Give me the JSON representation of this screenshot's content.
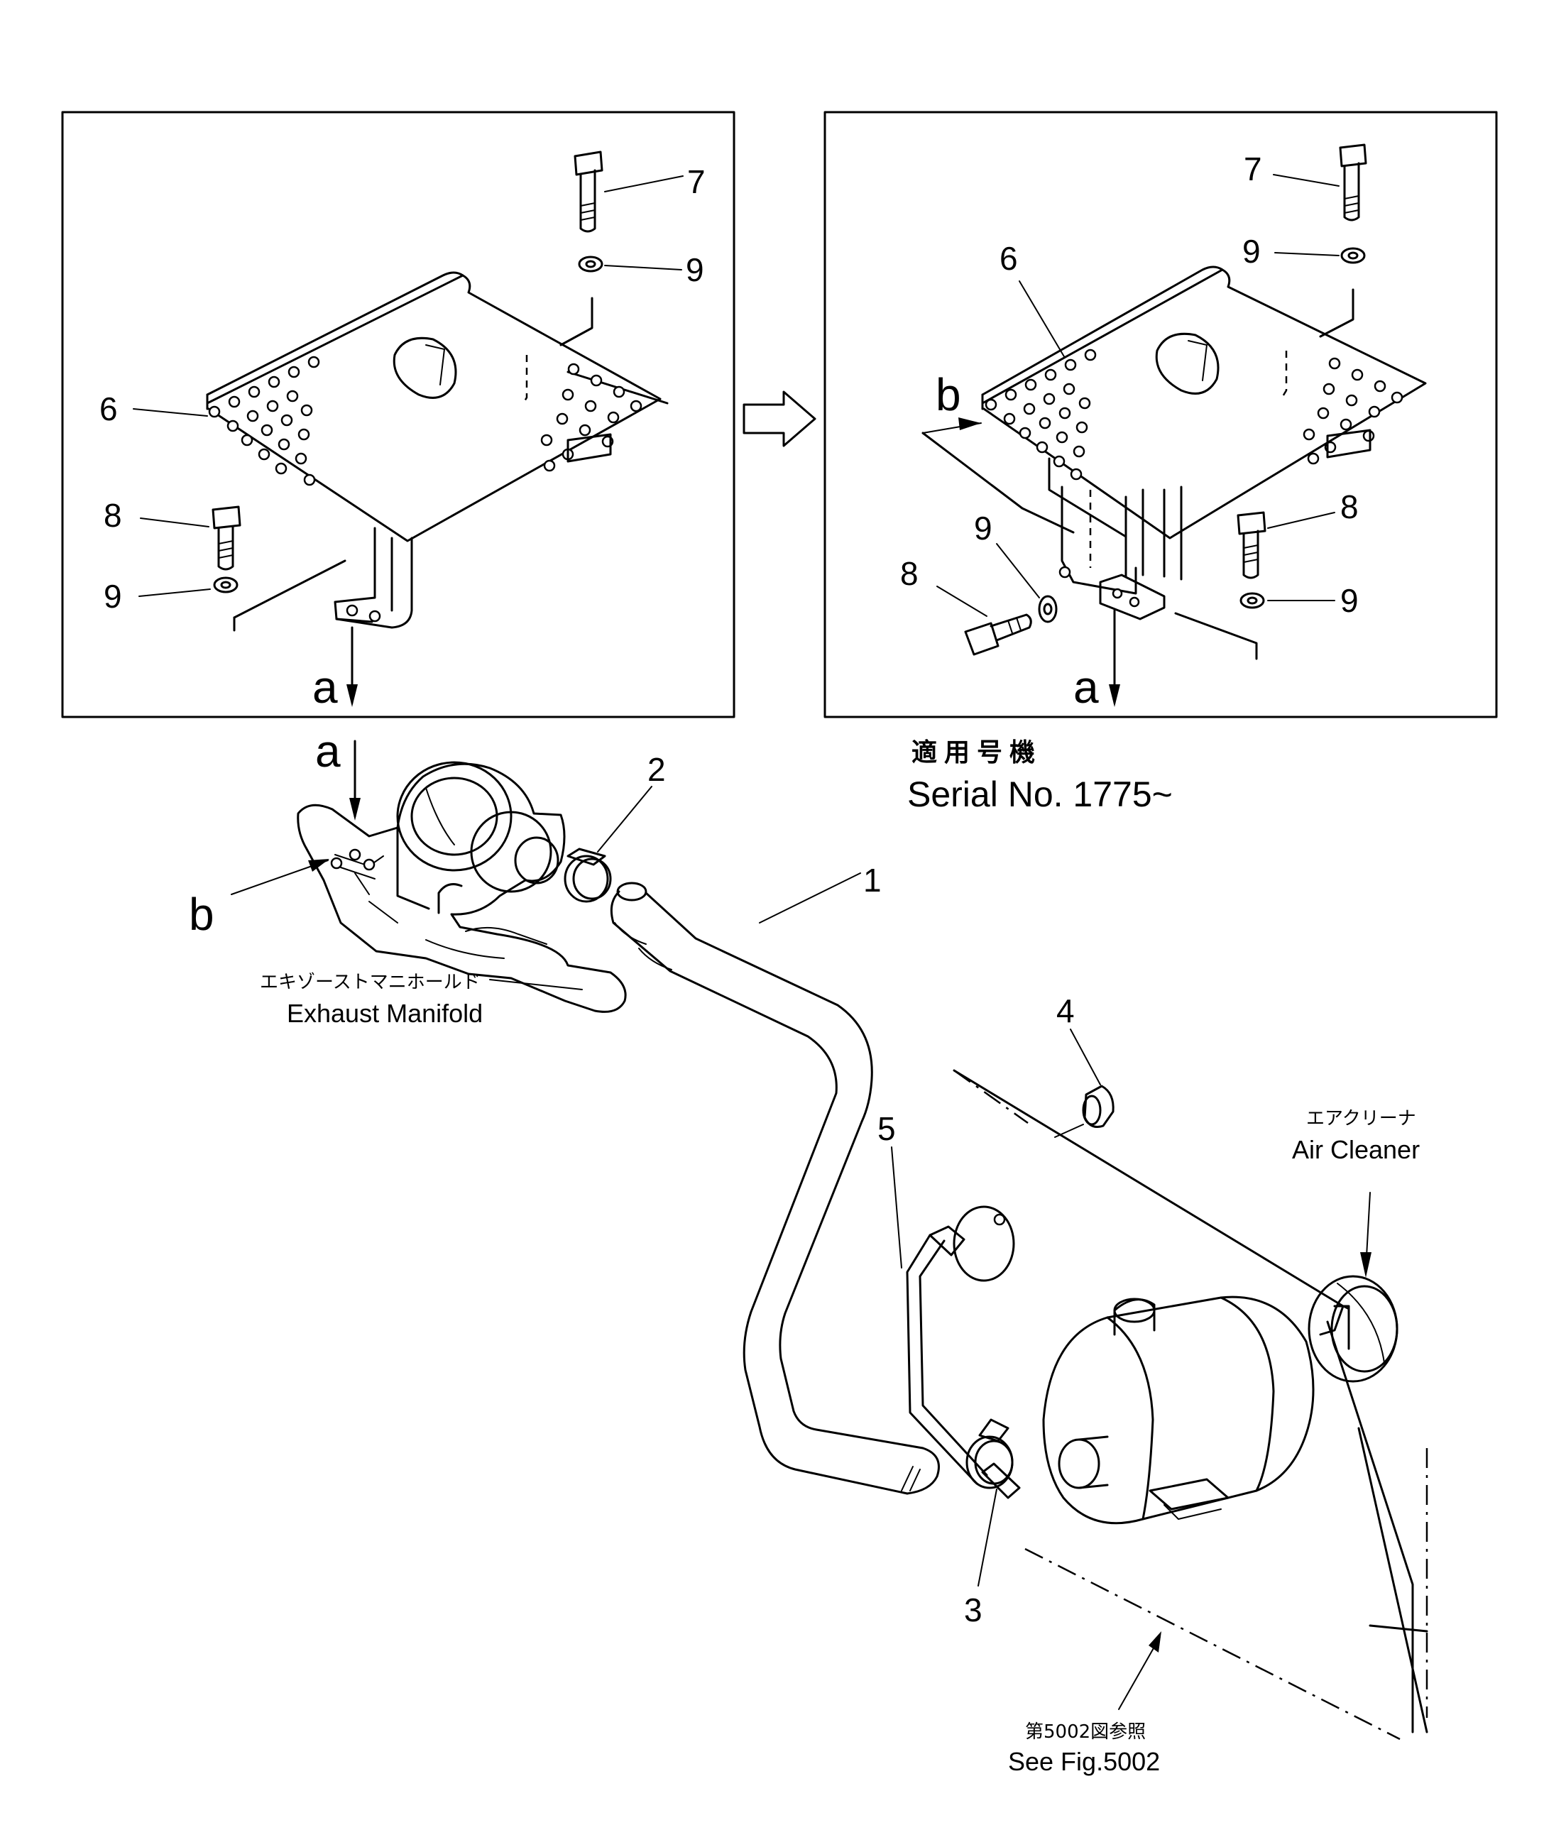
{
  "part_numbers": {
    "hose": "1",
    "clamp_upper": "2",
    "clamp_lower": "3",
    "plug": "4",
    "pipe": "5",
    "cover": "6",
    "bolt_7": "7",
    "bolt_8": "8",
    "washer_9": "9"
  },
  "view_markers": {
    "a": "a",
    "b": "b"
  },
  "labels": {
    "exhaust_manifold_jp": "エキゾーストマニホールド",
    "exhaust_manifold_en": "Exhaust Manifold",
    "air_cleaner_jp": "エアクリーナ",
    "air_cleaner_en": "Air Cleaner",
    "see_fig_jp": "第5002図参照",
    "see_fig_en": "See Fig.5002",
    "applicable_jp": "適用号機",
    "serial": "Serial No. 1775~"
  }
}
